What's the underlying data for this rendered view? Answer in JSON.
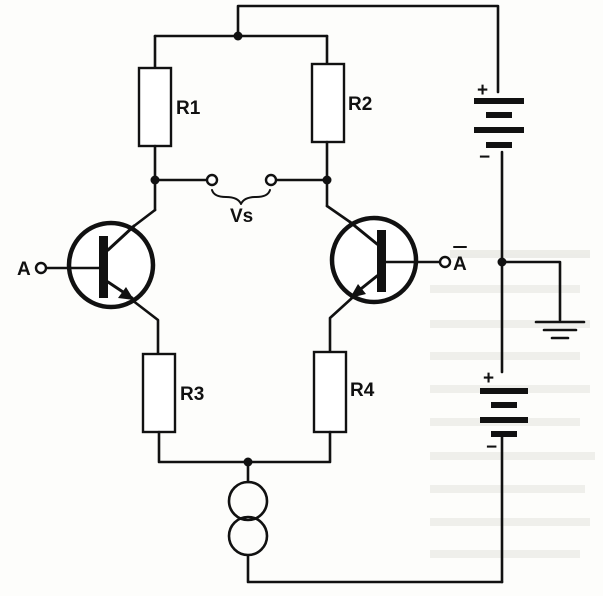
{
  "labels": {
    "r1": "R1",
    "r2": "R2",
    "r3": "R3",
    "r4": "R4",
    "vs": "Vs",
    "input_a": "A",
    "input_a_bar": "A",
    "battery_top_plus": "+",
    "battery_top_minus": "−",
    "battery_bottom_plus": "+",
    "battery_bottom_minus": "−"
  },
  "colors": {
    "ink": "#111111",
    "paper": "#fdfdfb"
  }
}
